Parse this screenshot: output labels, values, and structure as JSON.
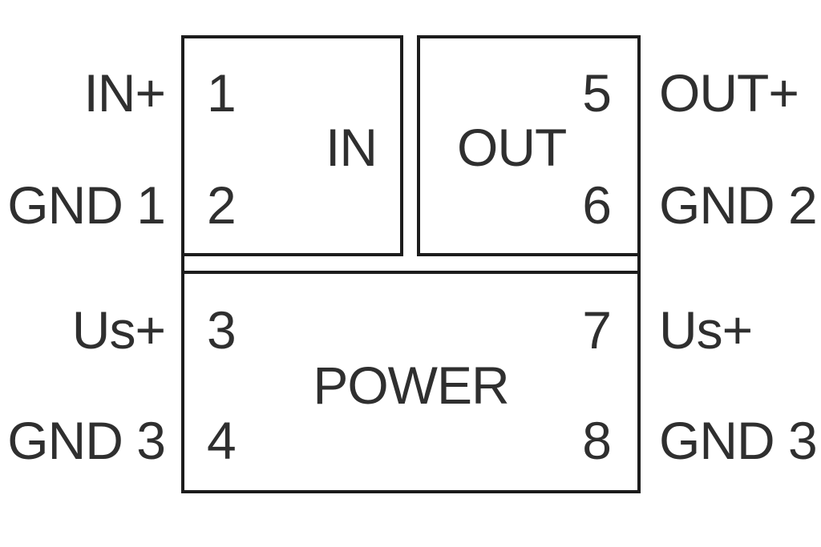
{
  "diagram": {
    "kind": "terminal-pinout",
    "background_color": "#ffffff",
    "line_color": "#1c1c1c",
    "text_color": "#2f2f2f",
    "blocks": {
      "in": {
        "label": "IN"
      },
      "out": {
        "label": "OUT"
      },
      "power": {
        "label": "POWER"
      }
    },
    "pins": {
      "p1": {
        "number": "1",
        "external_label": "IN+"
      },
      "p2": {
        "number": "2",
        "external_label": "GND 1"
      },
      "p3": {
        "number": "3",
        "external_label": "Us+"
      },
      "p4": {
        "number": "4",
        "external_label": "GND 3"
      },
      "p5": {
        "number": "5",
        "external_label": "OUT+"
      },
      "p6": {
        "number": "6",
        "external_label": "GND 2"
      },
      "p7": {
        "number": "7",
        "external_label": "Us+"
      },
      "p8": {
        "number": "8",
        "external_label": "GND 3"
      }
    }
  }
}
